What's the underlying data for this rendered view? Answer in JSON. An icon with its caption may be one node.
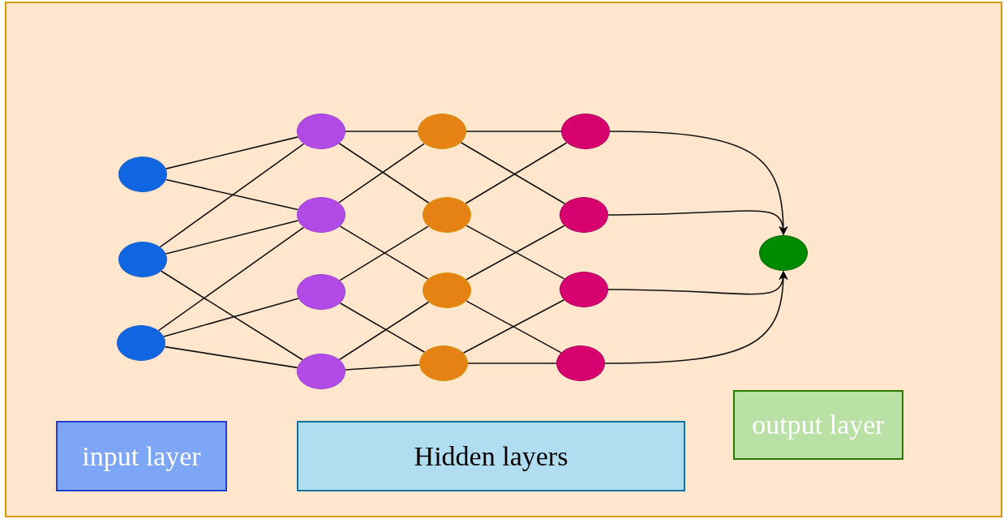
{
  "diagram": {
    "nodes": [
      {
        "text": [],
        "shape": "circle"
      },
      {
        "text": [],
        "shape": "circle"
      },
      {
        "text": [],
        "shape": "circle"
      },
      {
        "text": [],
        "shape": "circle"
      },
      {
        "text": [],
        "shape": "circle"
      },
      {
        "text": [],
        "shape": "circle"
      },
      {
        "text": [],
        "shape": "circle"
      },
      {
        "text": [],
        "shape": "circle"
      },
      {
        "text": [],
        "shape": "circle"
      },
      {
        "text": [],
        "shape": "circle"
      },
      {
        "text": [],
        "shape": "circle"
      },
      {
        "text": [],
        "shape": "circle"
      },
      {
        "text": [],
        "shape": "circle"
      },
      {
        "text": [],
        "shape": "circle"
      },
      {
        "text": [],
        "shape": "circle"
      },
      {
        "text": [],
        "shape": "circle"
      },
      {
        "text": [
          "input layer"
        ]
      },
      {
        "text": [
          "Hidden layers"
        ]
      },
      {
        "text": [
          "output layer"
        ]
      }
    ],
    "edges": [
      {
        "from": 0,
        "to": 3,
        "arrow": "none"
      },
      {
        "from": 0,
        "to": 4,
        "arrow": "none"
      },
      {
        "from": 1,
        "to": 3,
        "arrow": "none"
      },
      {
        "from": 1,
        "to": 4,
        "arrow": "none"
      },
      {
        "from": 1,
        "to": 6,
        "arrow": "none"
      },
      {
        "from": 2,
        "to": 4,
        "arrow": "none"
      },
      {
        "from": 2,
        "to": 5,
        "arrow": "none"
      },
      {
        "from": 2,
        "to": 6,
        "arrow": "none"
      },
      {
        "from": 3,
        "to": 7,
        "arrow": "none"
      },
      {
        "from": 3,
        "to": 8,
        "arrow": "none"
      },
      {
        "from": 4,
        "to": 7,
        "arrow": "none"
      },
      {
        "from": 4,
        "to": 9,
        "arrow": "none"
      },
      {
        "from": 5,
        "to": 8,
        "arrow": "none"
      },
      {
        "from": 5,
        "to": 10,
        "arrow": "none"
      },
      {
        "from": 6,
        "to": 9,
        "arrow": "none"
      },
      {
        "from": 6,
        "to": 10,
        "arrow": "none"
      },
      {
        "from": 7,
        "to": 11,
        "arrow": "none"
      },
      {
        "from": 7,
        "to": 12,
        "arrow": "none"
      },
      {
        "from": 8,
        "to": 11,
        "arrow": "none"
      },
      {
        "from": 8,
        "to": 13,
        "arrow": "none"
      },
      {
        "from": 9,
        "to": 12,
        "arrow": "none"
      },
      {
        "from": 9,
        "to": 14,
        "arrow": "none"
      },
      {
        "from": 10,
        "to": 13,
        "arrow": "none"
      },
      {
        "from": 10,
        "to": 14,
        "arrow": "none"
      },
      {
        "from": 11,
        "to": 15,
        "arrow": "to"
      },
      {
        "from": 12,
        "to": 15,
        "arrow": "to"
      },
      {
        "from": 13,
        "to": 15,
        "arrow": "to"
      },
      {
        "from": 14,
        "to": 15,
        "arrow": "to"
      }
    ]
  }
}
